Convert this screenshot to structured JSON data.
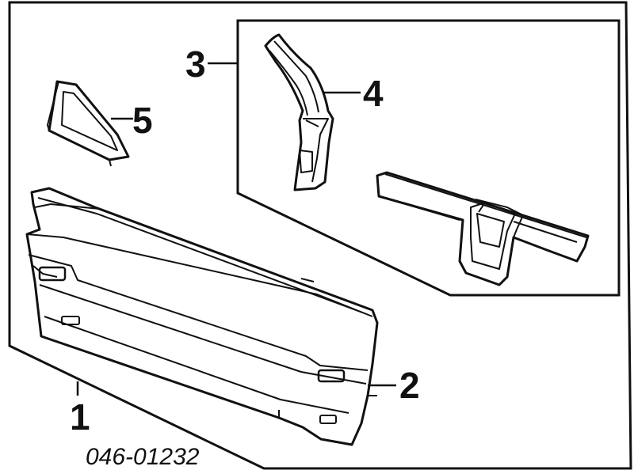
{
  "diagram": {
    "callouts": [
      {
        "id": "1",
        "label": "1"
      },
      {
        "id": "2",
        "label": "2"
      },
      {
        "id": "3",
        "label": "3"
      },
      {
        "id": "4",
        "label": "4"
      },
      {
        "id": "5",
        "label": "5"
      }
    ],
    "part_number": "046-01232",
    "colors": {
      "line": "#111111",
      "background": "#ffffff"
    }
  }
}
